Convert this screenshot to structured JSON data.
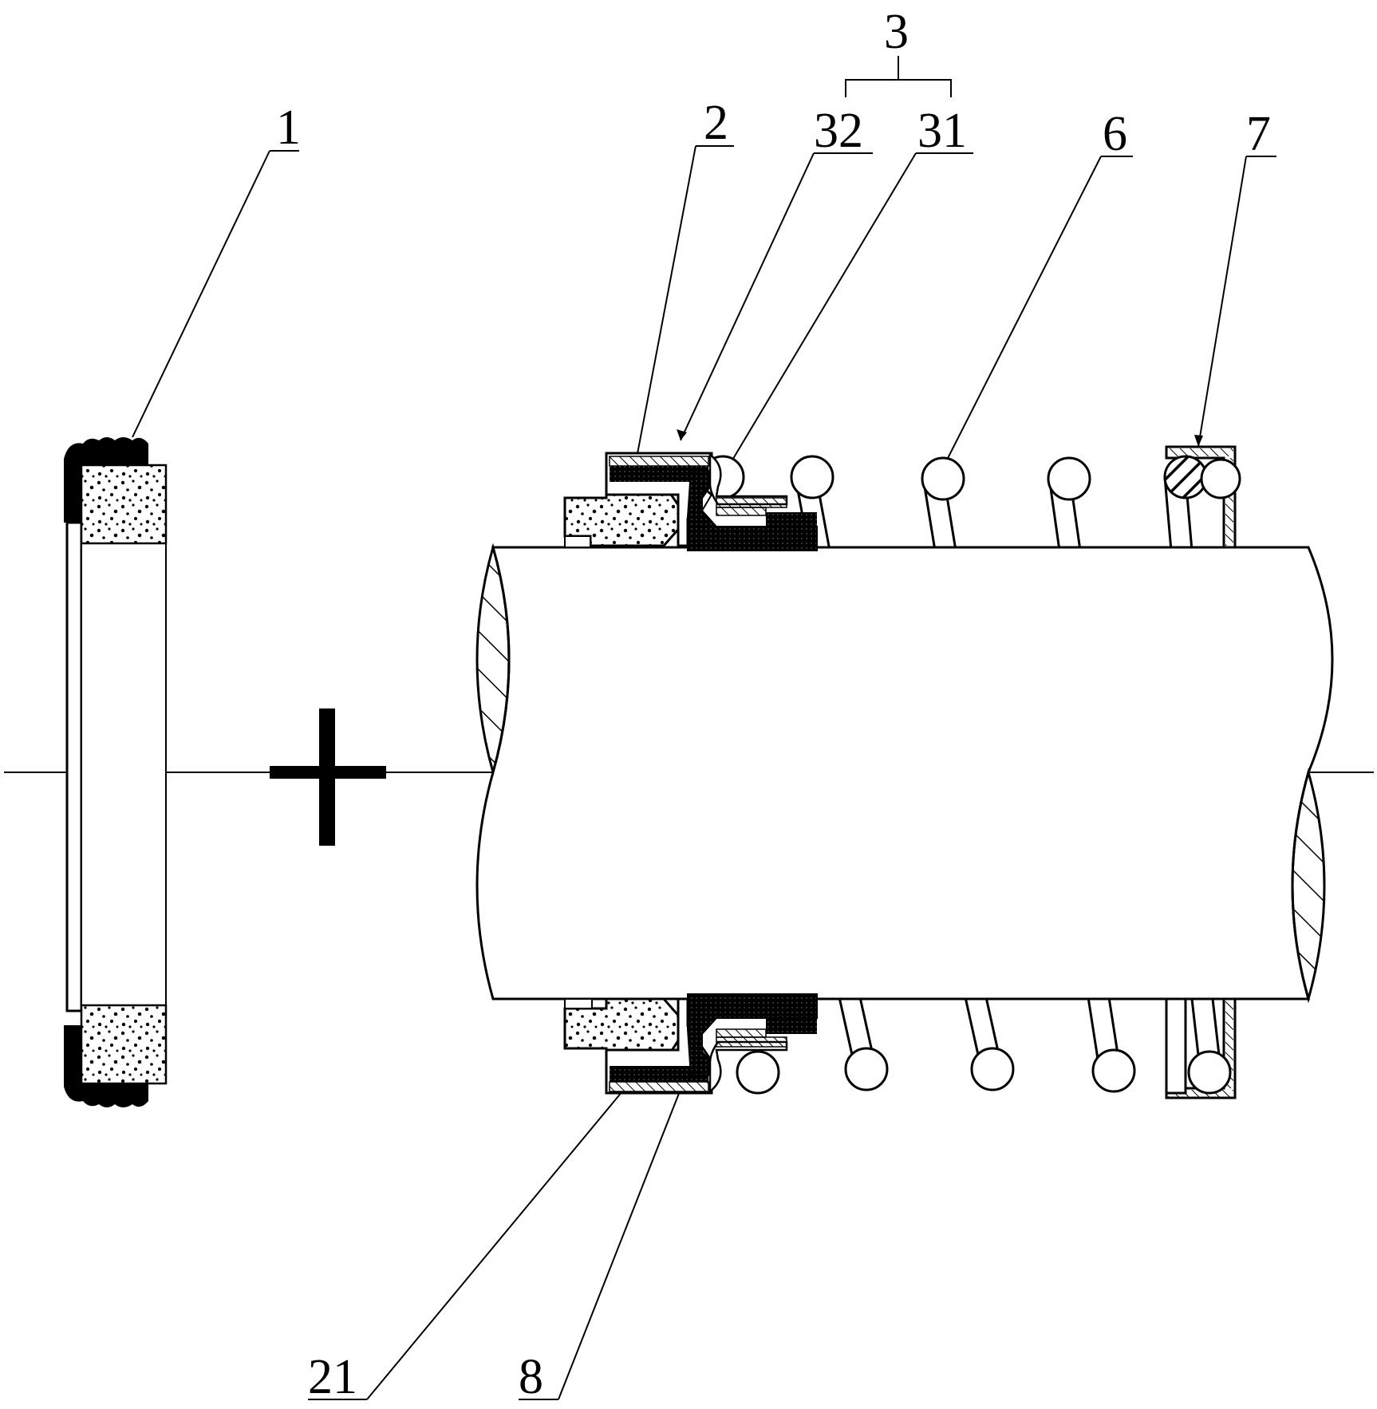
{
  "labels": {
    "l1": "1",
    "l2": "2",
    "l3": "3",
    "l32": "32",
    "l31": "31",
    "l6": "6",
    "l7": "7",
    "l21": "21",
    "l8": "8"
  },
  "colors": {
    "ink": "#000000",
    "paper": "#ffffff"
  }
}
